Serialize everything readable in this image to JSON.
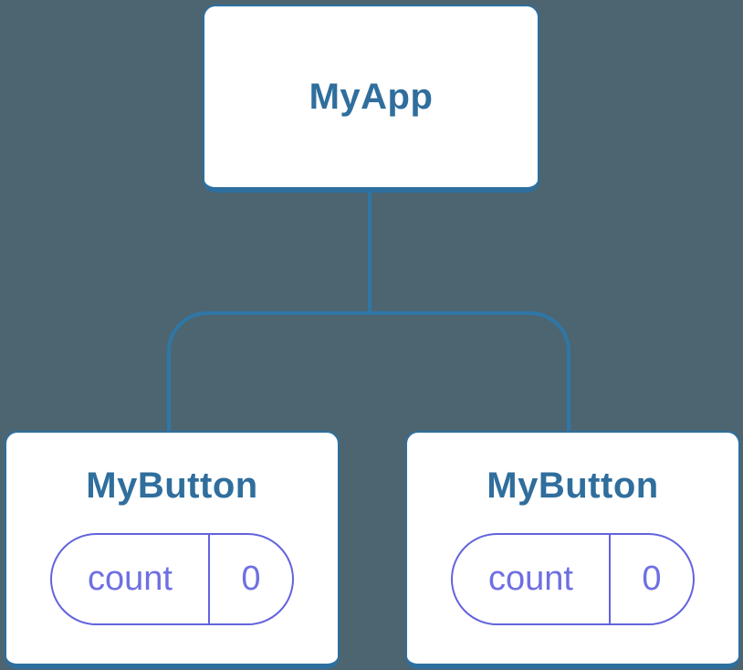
{
  "diagram": {
    "type": "component-tree",
    "root": {
      "title": "MyApp"
    },
    "children": [
      {
        "title": "MyButton",
        "state": {
          "key": "count",
          "value": "0"
        }
      },
      {
        "title": "MyButton",
        "state": {
          "key": "count",
          "value": "0"
        }
      }
    ],
    "colors": {
      "background": "#4d6571",
      "node_fill": "#ffffff",
      "node_border": "#2d6f9e",
      "node_title": "#2f6e9d",
      "connector": "#2e77a6",
      "state_border": "#6363de",
      "state_text": "#6f6fe2"
    }
  }
}
